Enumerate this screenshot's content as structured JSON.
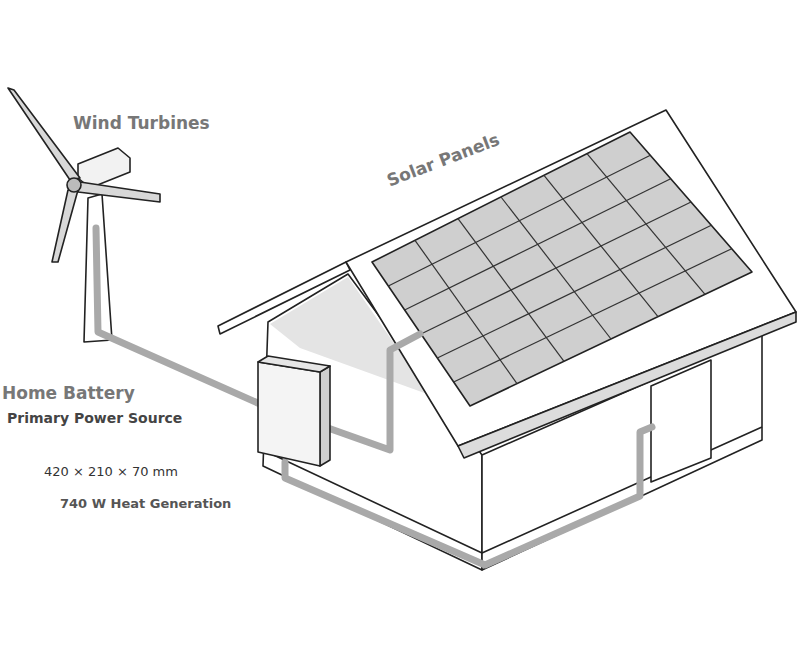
{
  "diagram": {
    "labels": [
      "Wind Turbines",
      "Solar Panels",
      "Home Battery",
      "Primary Power Source",
      "420 × 210 × 70 mm",
      "740 W Heat Generation"
    ]
  }
}
